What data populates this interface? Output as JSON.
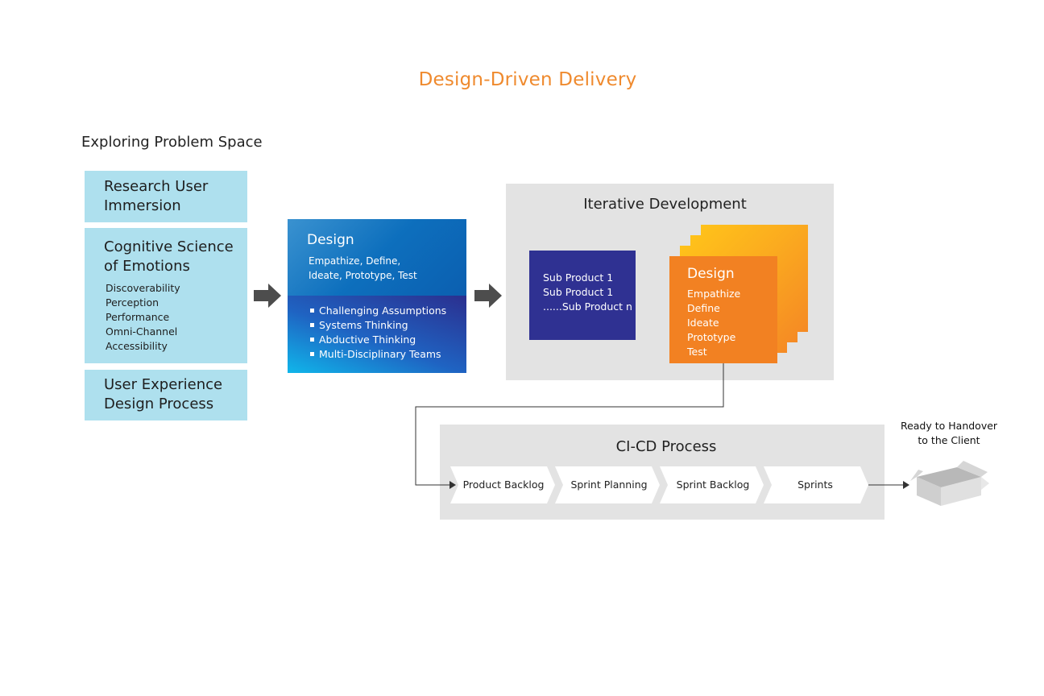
{
  "title": "Design-Driven Delivery",
  "problem_space": {
    "heading": "Exploring Problem Space",
    "boxes": [
      {
        "head": [
          "Research User",
          "Immersion"
        ],
        "items": []
      },
      {
        "head": [
          "Cognitive Science",
          "of Emotions"
        ],
        "items": [
          "Discoverability",
          "Perception",
          "Performance",
          "Omni-Channel",
          "Accessibility"
        ]
      },
      {
        "head": [
          "User Experience",
          "Design Process"
        ],
        "items": []
      }
    ]
  },
  "design": {
    "title": "Design",
    "desc": [
      "Empathize, Define,",
      "Ideate, Prototype, Test"
    ],
    "bullets": [
      "Challenging Assumptions",
      "Systems Thinking",
      "Abductive Thinking",
      "Multi-Disciplinary Teams"
    ]
  },
  "iterative": {
    "title": "Iterative Development",
    "sub_products": [
      "Sub Product 1",
      "Sub Product 1",
      "......Sub Product n"
    ],
    "design_card": {
      "title": "Design",
      "items": [
        "Empathize",
        "Define",
        "Ideate",
        "Prototype",
        "Test"
      ]
    }
  },
  "cicd": {
    "title": "CI-CD Process",
    "steps": [
      "Product Backlog",
      "Sprint Planning",
      "Sprint Backlog",
      "Sprints"
    ]
  },
  "handover": [
    "Ready to Handover",
    "to the Client"
  ],
  "colors": {
    "title": "#ef8a2e",
    "light_blue": "#aee0ee",
    "navy": "#2f3192",
    "orange": "#f28122",
    "gray_panel": "#e3e3e3"
  }
}
